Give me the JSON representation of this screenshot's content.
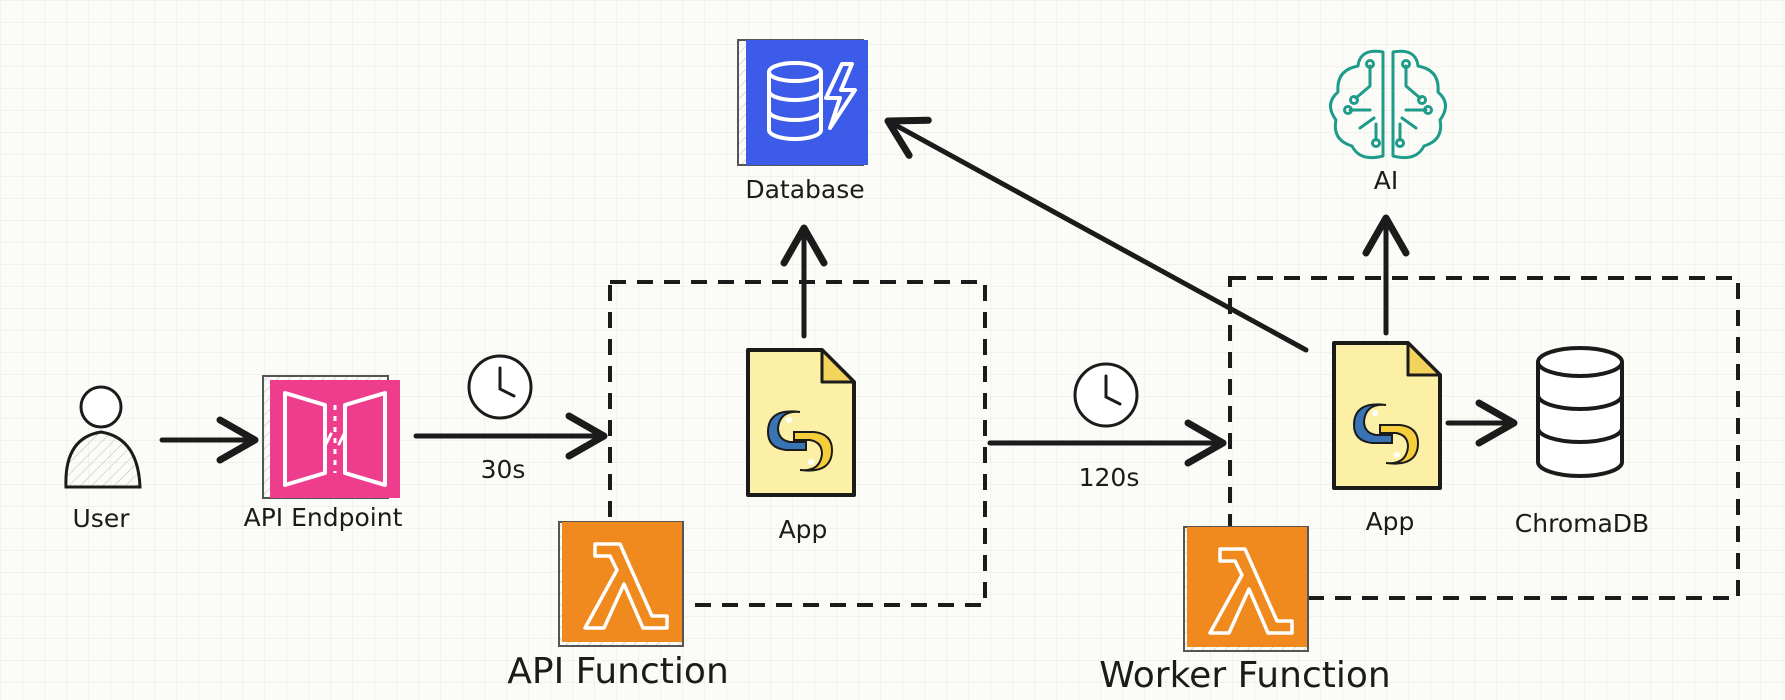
{
  "nodes": {
    "user": "User",
    "api_endpoint": "API Endpoint",
    "database": "Database",
    "ai": "AI",
    "api_app": "App",
    "worker_app": "App",
    "chromadb": "ChromaDB"
  },
  "timeouts": {
    "api": "30s",
    "worker": "120s"
  },
  "groups": {
    "api_function": "API Function",
    "worker_function": "Worker Function"
  },
  "colors": {
    "database": "#3b5be8",
    "api_gateway": "#ee3d8c",
    "lambda": "#f08a1f",
    "ai": "#1f9b8a",
    "python_file": "#fbf0a6"
  }
}
